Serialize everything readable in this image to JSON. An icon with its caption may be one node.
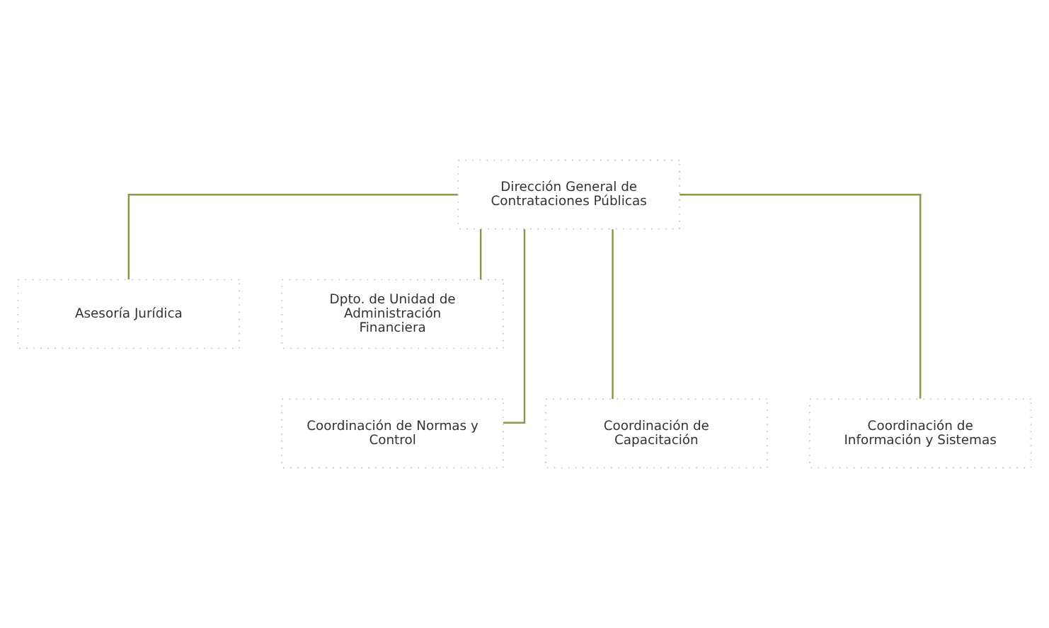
{
  "diagram": {
    "nodes": [
      {
        "text": [
          "Dirección General de Contrataciones Públicas"
        ]
      },
      {
        "text": [
          "Asesoría Jurídica"
        ]
      },
      {
        "text": [
          "Dpto. de Unidad de Administración Financiera"
        ]
      },
      {
        "text": [
          "Coordinación de Normas y Control"
        ]
      },
      {
        "text": [
          "Coordinación de Capacitación"
        ]
      },
      {
        "text": [
          "Coordinación de Información y Sistemas"
        ]
      }
    ],
    "edges": [
      {
        "from": 0,
        "to": 1,
        "arrow": "none"
      },
      {
        "from": 0,
        "to": 2,
        "arrow": "none"
      },
      {
        "from": 0,
        "to": 3,
        "arrow": "none"
      },
      {
        "from": 0,
        "to": 4,
        "arrow": "none"
      },
      {
        "from": 0,
        "to": 5,
        "arrow": "none"
      }
    ]
  }
}
